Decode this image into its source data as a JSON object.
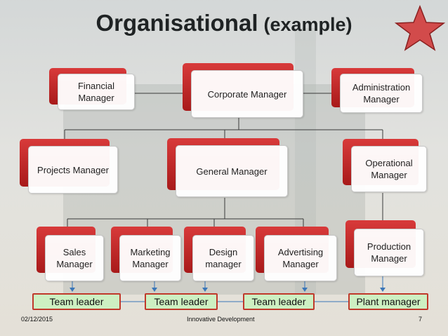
{
  "title": {
    "main": "Organisational",
    "sub": "(example)"
  },
  "nodes": {
    "financial": "Financial Manager",
    "corporate": "Corporate Manager",
    "administration": "Administration Manager",
    "projects": "Projects Manager",
    "general": "General  Manager",
    "operational": "Operational Manager",
    "sales": "Sales Manager",
    "marketing": "Marketing Manager",
    "design": "Design manager",
    "advertising": "Advertising Manager",
    "production": "Production Manager"
  },
  "leaders": {
    "l1": "Team leader",
    "l2": "Team leader",
    "l3": "Team leader",
    "l4": "Plant manager"
  },
  "footer": {
    "date": "02/12/2015",
    "center": "Innovative Development",
    "page": "7"
  },
  "colors": {
    "node_accent": "#c62828",
    "leader_fill": "#cdf0c2",
    "leader_border": "#c0392b",
    "star": "#d24b4b",
    "connector": "#3a76b8"
  }
}
